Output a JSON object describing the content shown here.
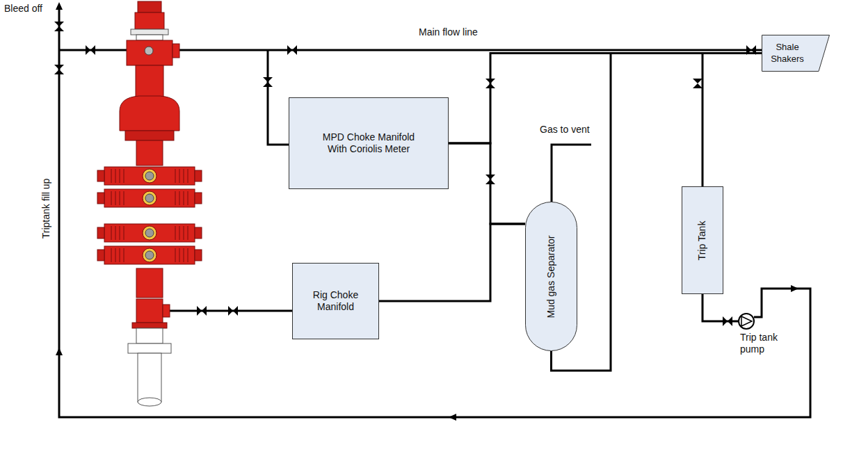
{
  "diagram": {
    "nodes": [
      {
        "text": [
          "Shale Shakers"
        ]
      },
      {
        "text": [
          "MPD Choke Manifold With Coriolis Meter"
        ]
      },
      {
        "text": [
          "Trip Tank"
        ]
      },
      {
        "text": [
          "Mud gas Separator"
        ]
      },
      {
        "text": [
          "Rig Choke Manifold"
        ]
      }
    ],
    "edges": [
      {
        "from": 1,
        "to": 3,
        "arrow": "none"
      },
      {
        "from": 4,
        "to": 3,
        "arrow": "none"
      },
      {
        "from": 1,
        "to": 0,
        "arrow": "none"
      },
      {
        "from": 3,
        "to": 0,
        "arrow": "none"
      },
      {
        "from": 2,
        "to": 0,
        "arrow": "none"
      }
    ],
    "labels": [
      "Bleed off",
      "Main flow line",
      "Gas to vent",
      "Triptank fill up",
      "Trip tank pump"
    ]
  }
}
